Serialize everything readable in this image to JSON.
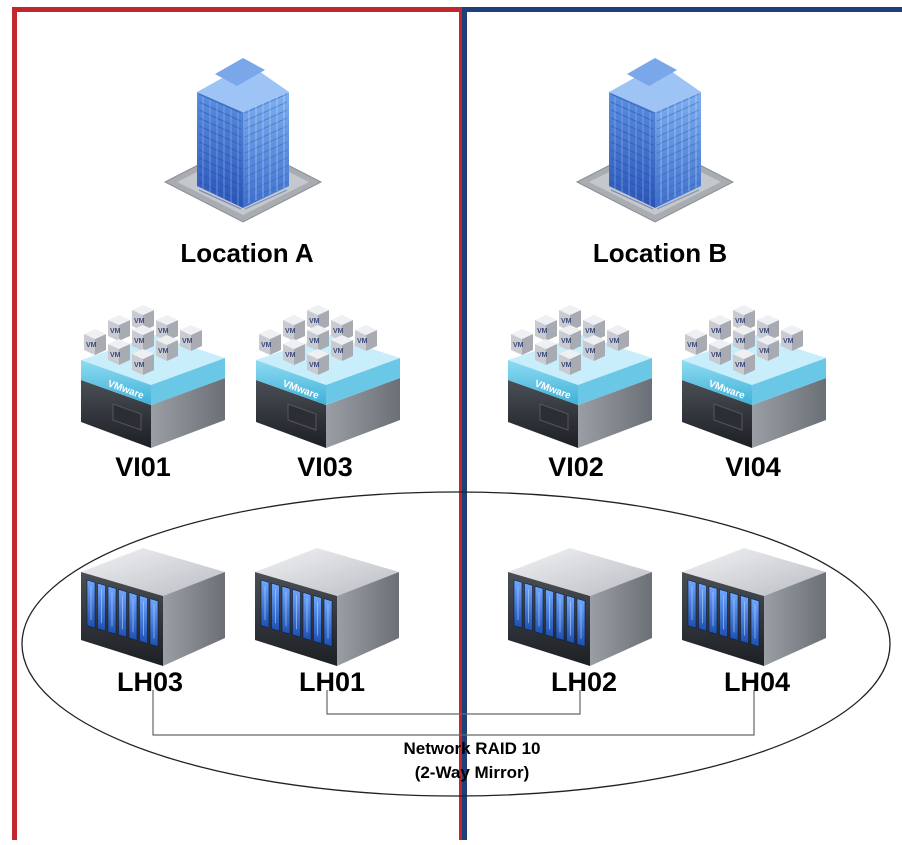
{
  "locations": [
    {
      "id": "a",
      "name": "Location A",
      "frame_color": "#c0282d"
    },
    {
      "id": "b",
      "name": "Location B",
      "frame_color": "#1f3f7a"
    }
  ],
  "vmware_hosts": [
    {
      "id": "VI01",
      "label": "VI01",
      "location": "a"
    },
    {
      "id": "VI03",
      "label": "VI03",
      "location": "a"
    },
    {
      "id": "VI02",
      "label": "VI02",
      "location": "b"
    },
    {
      "id": "VI04",
      "label": "VI04",
      "location": "b"
    }
  ],
  "storage_nodes": [
    {
      "id": "LH03",
      "label": "LH03",
      "location": "a"
    },
    {
      "id": "LH01",
      "label": "LH01",
      "location": "a"
    },
    {
      "id": "LH02",
      "label": "LH02",
      "location": "b"
    },
    {
      "id": "LH04",
      "label": "LH04",
      "location": "b"
    }
  ],
  "vm_badge_text": "VM",
  "hypervisor_text": "VMware",
  "raid": {
    "line1": "Network RAID 10",
    "line2": "(2-Way Mirror)",
    "mirror_pairs": [
      [
        "LH03",
        "LH04"
      ],
      [
        "LH01",
        "LH02"
      ]
    ]
  }
}
